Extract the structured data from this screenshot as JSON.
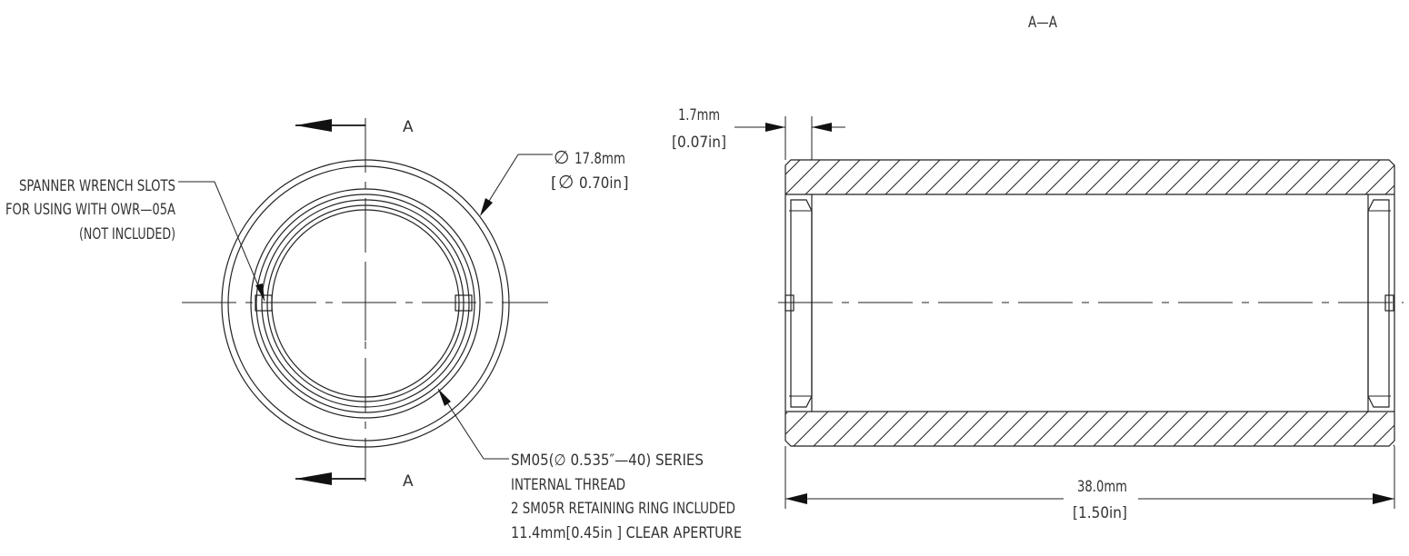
{
  "section_title": "A—A",
  "section_marker_top": "A",
  "section_marker_bottom": "A",
  "callout_slots": {
    "line1": "SPANNER WRENCH SLOTS",
    "line2": "FOR USING WITH OWR—05A",
    "line3": "(NOT INCLUDED)"
  },
  "dim_outer_diameter": {
    "metric": "17.8mm",
    "imperial": "0.70in",
    "symbol": "∅"
  },
  "callout_thread": {
    "line1": "SM05(∅ 0.535″—40) SERIES",
    "line2": "INTERNAL THREAD",
    "line3": "2 SM05R RETAINING RING INCLUDED",
    "line4": "11.4mm[0.45in ] CLEAR APERTURE"
  },
  "dim_wall": {
    "metric": "1.7mm",
    "imperial": "[0.07in]"
  },
  "dim_length": {
    "metric": "38.0mm",
    "imperial": "[1.50in]"
  }
}
